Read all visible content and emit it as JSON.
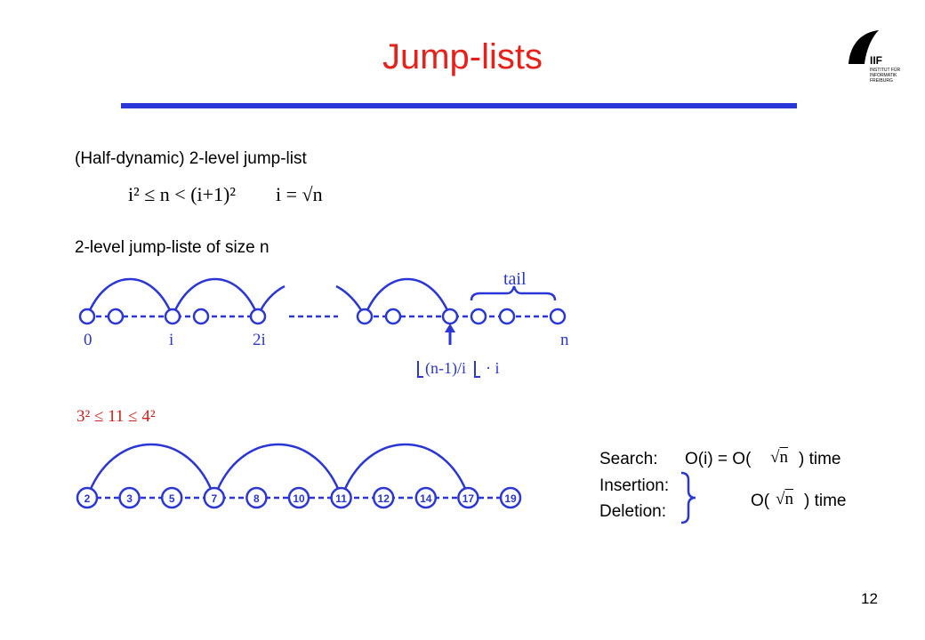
{
  "slide": {
    "title": "Jump-lists",
    "page_number": "12",
    "logo_text": [
      "IIF",
      "INSTITUT FÜR",
      "INFORMATIK",
      "FREIBURG"
    ]
  },
  "intro": {
    "heading": "(Half-dynamic) 2-level jump-list",
    "formula_bound": "i² ≤ n < (i+1)²",
    "formula_def": "i = √n",
    "subheading": "2-level jump-liste of size n"
  },
  "diagram1": {
    "tail_label": "tail",
    "label_0": "0",
    "label_i": "i",
    "label_2i": "2i",
    "label_n": "n",
    "floor_expr": "(n-1)/i",
    "floor_suffix": "· i"
  },
  "example": {
    "inequality": "3² ≤ 11 ≤ 4²",
    "nodes": [
      "2",
      "3",
      "5",
      "7",
      "8",
      "10",
      "11",
      "12",
      "14",
      "17",
      "19"
    ]
  },
  "complexity": {
    "search_label": "Search:",
    "search_value_pre": "O(i) = O(",
    "search_value_post": ")  time",
    "insertion_label": "Insertion:",
    "deletion_label": "Deletion:",
    "update_value_pre": "O(",
    "update_value_post": ") time",
    "sqrt_arg": "n"
  },
  "colors": {
    "title": "#e8201a",
    "rule": "#2a37d6",
    "diagram": "#2a37d6",
    "example_math": "#d0201a"
  }
}
